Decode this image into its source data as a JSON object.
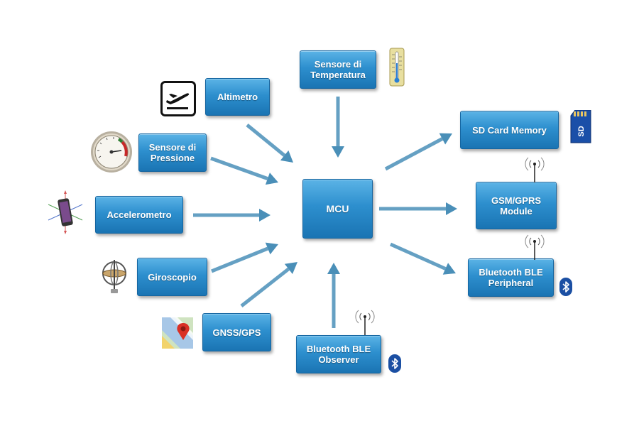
{
  "colors": {
    "box_top": "#5bb3e6",
    "box_bottom": "#1a74b3",
    "arrow": "#4a8fb8",
    "bluetooth": "#1b4fa3"
  },
  "nodes": {
    "mcu": "MCU",
    "altimetro": "Altimetro",
    "temperatura": "Sensore di\nTemperatura",
    "pressione": "Sensore di\nPressione",
    "accelerometro": "Accelerometro",
    "giroscopio": "Giroscopio",
    "gnss": "GNSS/GPS",
    "ble_observer": "Bluetooth BLE\nObserver",
    "sd_card": "SD Card Memory",
    "gsm": "GSM/GPRS\nModule",
    "ble_peripheral": "Bluetooth BLE\nPeripheral"
  },
  "edges": [
    {
      "from": "altimetro",
      "to": "mcu"
    },
    {
      "from": "temperatura",
      "to": "mcu"
    },
    {
      "from": "pressione",
      "to": "mcu"
    },
    {
      "from": "accelerometro",
      "to": "mcu"
    },
    {
      "from": "giroscopio",
      "to": "mcu"
    },
    {
      "from": "gnss",
      "to": "mcu"
    },
    {
      "from": "ble_observer",
      "to": "mcu"
    },
    {
      "from": "mcu",
      "to": "sd_card"
    },
    {
      "from": "mcu",
      "to": "gsm"
    },
    {
      "from": "mcu",
      "to": "ble_peripheral"
    }
  ],
  "icons": {
    "altimetro": "airplane-takeoff-icon",
    "temperatura": "thermometer-icon",
    "pressione": "pressure-gauge-icon",
    "accelerometro": "smartphone-axes-icon",
    "giroscopio": "gyroscope-icon",
    "gnss": "map-pin-icon",
    "sd_card": "sd-card-icon",
    "bluetooth": "bluetooth-icon",
    "antenna": "antenna-signal-icon"
  }
}
